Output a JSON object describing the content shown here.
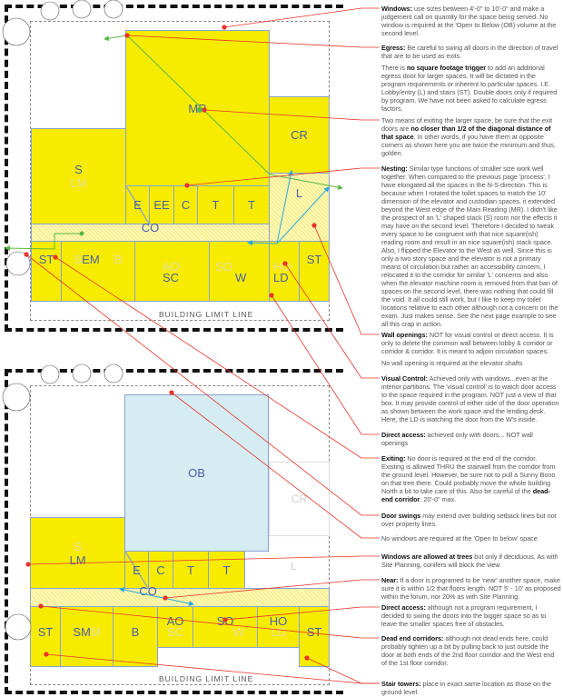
{
  "colors": {
    "room": "#f7ec00",
    "open_to_below": "#d6ecf3",
    "leader": "#e8332a",
    "egress_arrow": "#5cb845",
    "access_arrow": "#29a9e0"
  },
  "ground_floor": {
    "rooms": {
      "MR": "MR",
      "CR": "CR",
      "S": "S",
      "LM": "LM",
      "E": "E",
      "EE": "EE",
      "C": "C",
      "T1": "T",
      "T2": "T",
      "L": "L",
      "CO": "CO",
      "ST1": "ST",
      "EM": "EM",
      "SC": "SC",
      "W": "W",
      "LD": "LD",
      "ST2": "ST"
    },
    "ghost_labels": {
      "S": "S",
      "B": "B",
      "AO": "AO",
      "SO": "SO",
      "HO": "HO"
    },
    "building_limit": "BUILDING LIMIT LINE"
  },
  "second_floor": {
    "rooms": {
      "OB": "OB",
      "LM": "LM",
      "S": "S",
      "E": "E",
      "C": "C",
      "T1": "T",
      "T2": "T",
      "CO": "CO",
      "ST1": "ST",
      "SM": "SM",
      "B": "B",
      "AO": "AO",
      "SO": "SO",
      "HO": "HO",
      "ST2": "ST"
    },
    "ghost_labels": {
      "CR": "CR",
      "L": "L",
      "M": "M",
      "SC": "SC",
      "W": "W",
      "LD": "LD"
    },
    "building_limit": "BUILDING LIMIT LINE"
  },
  "notes": [
    {
      "parts": [
        {
          "b": true,
          "t": "Windows:"
        },
        {
          "t": "  use sizes between 4'-0\" to 10'-0\" and make a judgement call on quantity for the space being served.  No window is required at the 'Open to Below (OB) volume at the second level."
        }
      ]
    },
    {
      "parts": [
        {
          "b": true,
          "t": "Egress:"
        },
        {
          "t": "  Be careful to swing all doors in the direction of travel that are to be used as exits."
        }
      ]
    },
    {
      "parts": [
        {
          "t": "There is "
        },
        {
          "b": true,
          "t": "no square footage trigger"
        },
        {
          "t": " to add an additional egress door for larger spaces.  It will be dictated in the program requirements or inherent to particular spaces. I.E. Lobby/entry (L) and stairs (ST).  Double doors only if required by program. We have not been asked to calculate egress factors."
        }
      ]
    },
    {
      "parts": [
        {
          "t": "Two means of exiting the larger space, be sure that the exit doors are "
        },
        {
          "b": true,
          "t": "no closer than 1/2 of the diagonal distance of that space"
        },
        {
          "t": ".  In other words, if you have them at opposite corners as shown here you are twice the minimum and thus, golden."
        }
      ]
    },
    {
      "parts": [
        {
          "b": true,
          "t": "Nesting:"
        },
        {
          "t": "  Similar type functions of smaller size work well together.  When compared to the previous page 'process', I have elongated all the spaces in the N-S direction.  This is because when I rotated the toilet spaces to match the 10' dimension of the elevator and custodian spaces, it extended beyond the West edge of the Main Reading (MR).  I didn't like the prospect of an 'L' shaped stack (S) room nor the effects it may have on the second level.  Therefore I decided to tweak every space to be congruent with that nice square(ish) reading room and result in an nice square(ish) stack space.  Also, I flipped the Elevator to the West as well.  Since this is only a two story space and the elevator is not a primary means of circulation but rather an accessibility concern, I relocated it to the corridor for similar 'L' concerns and also when the elevator machine room is removed from that ban of spaces on the second level, there was nothing that could fill the void.  It all could still work, but I like to keep my toilet locations relative to each other although not a concern on the exam.  Just makes sense.  See the next page example to see all this crap in action."
        }
      ]
    },
    {
      "parts": [
        {
          "b": true,
          "t": "Wall openings:"
        },
        {
          "t": "  NOT for visual control or direct access.  It is only to delete the common wall between lobby & corridor or corridor & corridor.  It is meant to adjoin circulation spaces."
        }
      ]
    },
    {
      "parts": [
        {
          "t": "No wall opening is required at the elevator shafts"
        }
      ]
    },
    {
      "parts": [
        {
          "b": true,
          "t": "Visual Control:"
        },
        {
          "t": "  Achieved only with windows...even at the interior partitions. The 'visual control' is to watch door access to the space required in the program.  NOT just a view of that box. It may provide control of either side of the door operation as shown between the work space and the lending desk.  Here, the LD is watching the door from the W's inside."
        }
      ]
    },
    {
      "parts": [
        {
          "b": true,
          "t": "Direct access:"
        },
        {
          "t": "  achieved only with doors...  NOT wall openings"
        }
      ]
    },
    {
      "parts": [
        {
          "b": true,
          "t": "Exiting:"
        },
        {
          "t": "  No door is required at the end of the corridor. Existing is allowed THRU the stairwell from the corridor from the ground level.  However, be sure not to pull a Sunny Bono on that tree there.  Could probably move the whole building North a bit to take care of this.  Also be careful of the "
        },
        {
          "b": true,
          "t": "dead-end corridor"
        },
        {
          "t": ".  20'-0\" max."
        }
      ]
    },
    {
      "parts": [
        {
          "b": true,
          "t": "Door swings"
        },
        {
          "t": " may extend over building setback lines but not over property lines."
        }
      ]
    },
    {
      "parts": [
        {
          "t": "No windows are required at the 'Open to below' space"
        }
      ]
    },
    {
      "parts": [
        {
          "b": true,
          "t": "Windows are allowed at trees"
        },
        {
          "t": " but only if deciduous.  As with Site Planning, conifers will block the view."
        }
      ]
    },
    {
      "parts": [
        {
          "b": true,
          "t": "Near:"
        },
        {
          "t": "  If a door is programed to be 'near' another space, make sure it is within 1/2 that floors length.  NOT 5' - 10' as proposed within the forum, nor 20% as with Site Planning."
        }
      ]
    },
    {
      "parts": [
        {
          "b": true,
          "t": "Direct access:"
        },
        {
          "t": "  although not a program requirement, I decided to swing the doors into the bigger space so as to leave the smaller spaces free of obstacles."
        }
      ]
    },
    {
      "parts": [
        {
          "b": true,
          "t": "Dead end corridors:"
        },
        {
          "t": "  although not dead ends here, could probably tighten up a bit by pulling back to just outside the door at both ends of the 2nd floor corridor and the West end of the 1st floor corridor."
        }
      ]
    },
    {
      "parts": [
        {
          "b": true,
          "t": "Stair towers:"
        },
        {
          "t": "  place in exact same location as those on the ground level."
        }
      ]
    }
  ]
}
